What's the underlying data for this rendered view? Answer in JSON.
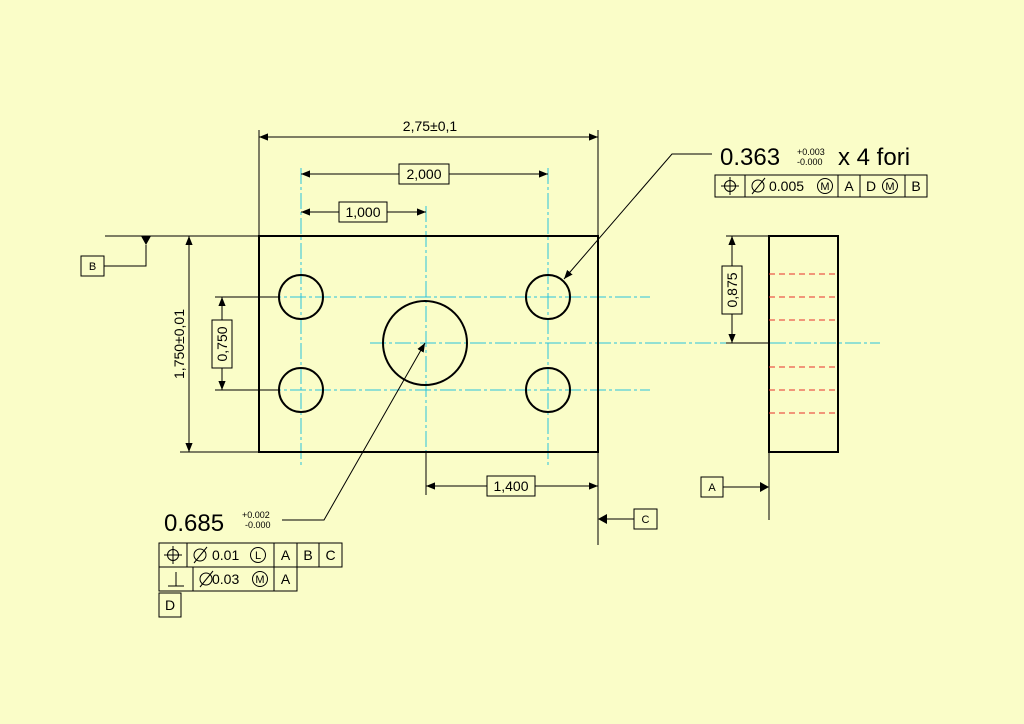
{
  "colors": {
    "background": "#fafdc8",
    "line": "#000000",
    "center_line": "#29c4dc",
    "hidden_line": "#e8302a"
  },
  "dimensions": {
    "overall_width": "2,75±0,1",
    "hole_pitch_x": "2,000",
    "center_hole_x": "1,000",
    "overall_height": "1,750±0,01",
    "hole_pitch_y": "0,750",
    "center_hole_offset": "1,400",
    "side_height": "0,875"
  },
  "small_holes": {
    "size": "0.363",
    "tol_upper": "+0.003",
    "tol_lower": "-0.000",
    "count": "x 4 fori",
    "fcf": {
      "symbol": "position-icon",
      "tolerance": "0.005",
      "modifier": "M",
      "datums": [
        "A",
        "D",
        "B"
      ],
      "datum_modifier": "M"
    }
  },
  "center_hole": {
    "size": "0.685",
    "tol_upper": "+0.002",
    "tol_lower": "-0.000",
    "position_fcf": {
      "symbol": "position-icon",
      "tolerance": "0.01",
      "modifier": "L",
      "datums": [
        "A",
        "B",
        "C"
      ]
    },
    "perp_fcf": {
      "symbol": "perpendicularity-icon",
      "tolerance": "0.03",
      "modifier": "M",
      "datums": [
        "A"
      ]
    },
    "datum_label": "D"
  },
  "datums": {
    "a": "A",
    "b": "B",
    "c": "C"
  }
}
